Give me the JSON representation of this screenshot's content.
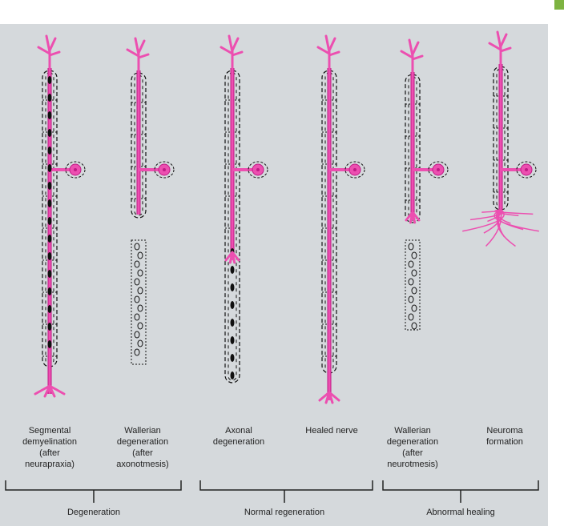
{
  "colors": {
    "axon": "#ec4fb0",
    "axon_edge": "#c01a86",
    "background": "#d5d9dc",
    "accent": "#7db341"
  },
  "stages": [
    {
      "label": "Segmental\ndemyelination\n(after\nneurapraxia)"
    },
    {
      "label": "Wallerian\ndegeneration\n(after\naxonotmesis)"
    },
    {
      "label": "Axonal\ndegeneration"
    },
    {
      "label": "Healed nerve"
    },
    {
      "label": "Wallerian\ndegeneration\n(after\nneurotmesis)"
    },
    {
      "label": "Neuroma\nformation"
    }
  ],
  "groups": [
    {
      "label": "Degeneration"
    },
    {
      "label": "Normal regeneration"
    },
    {
      "label": "Abnormal healing"
    }
  ]
}
